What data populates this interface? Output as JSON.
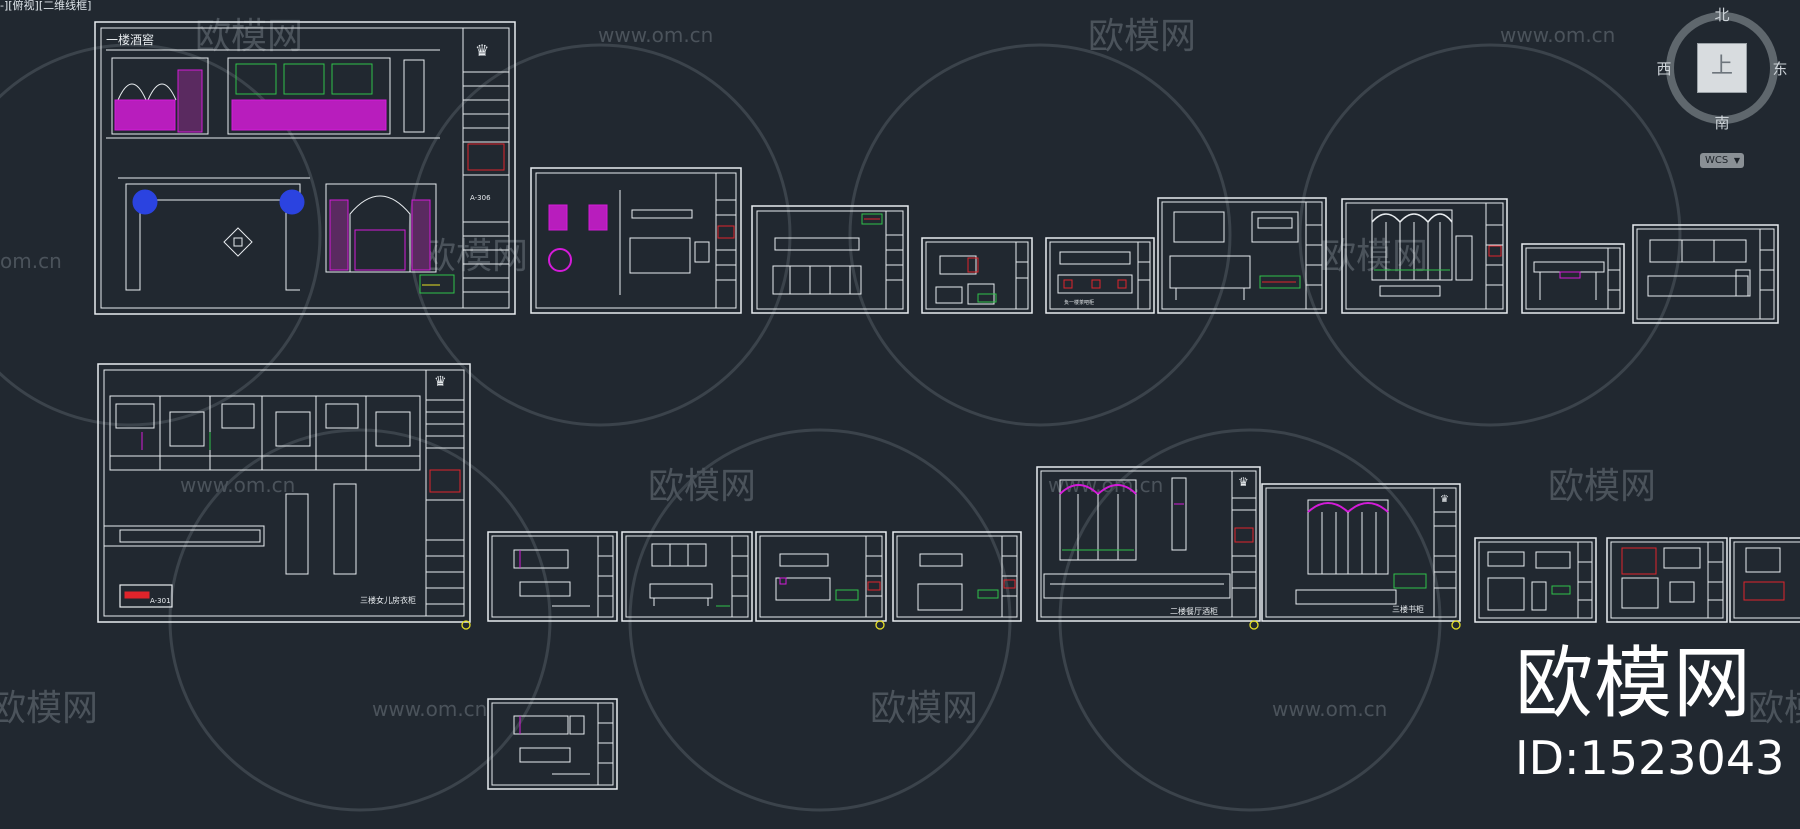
{
  "viewport_label": "-][俯视][二维线框]",
  "watermark": {
    "brand_text": "欧模网",
    "url_text": "www.om.cn",
    "short_url_text": "om.cn"
  },
  "viewcube": {
    "north": "北",
    "south": "南",
    "east": "东",
    "west": "西",
    "face": "上",
    "wcs_label": "WCS"
  },
  "sheets": {
    "s1_title": "一楼酒窖",
    "s1_code": "A-306",
    "s9_label": "负一楼茶吧柜",
    "s13_label": "三楼女儿房衣柜",
    "s13_code": "A-301",
    "s18_label": "二楼餐厅酒柜",
    "s19_label": "三楼书柜"
  },
  "brand_overlay": {
    "name": "欧模网",
    "id_text": "ID:1523043"
  },
  "colors": {
    "background": "#212830",
    "line": "#e8ecef",
    "accent_magenta": "#d41bd9",
    "accent_red": "#e0242b",
    "accent_blue": "#2b43e0",
    "accent_green": "#2fc24a",
    "accent_yellow": "#e6df25"
  }
}
